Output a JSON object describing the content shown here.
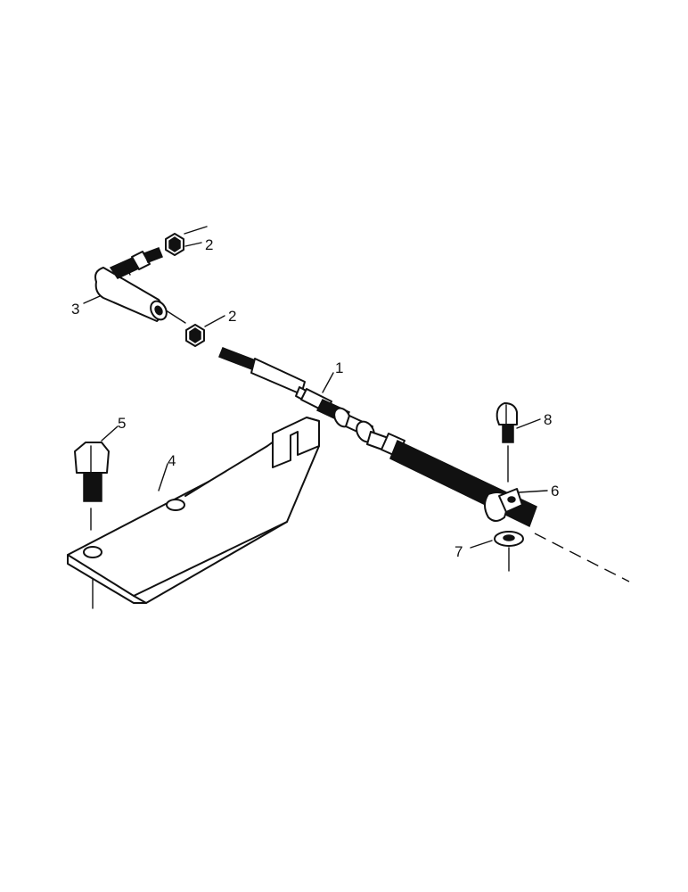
{
  "callouts": {
    "c1": "1",
    "c2_upper": "2",
    "c2_lower": "2",
    "c3": "3",
    "c4": "4",
    "c5": "5",
    "c6": "6",
    "c7": "7",
    "c8": "8"
  },
  "colors": {
    "ink": "#111111",
    "paper": "#ffffff"
  }
}
